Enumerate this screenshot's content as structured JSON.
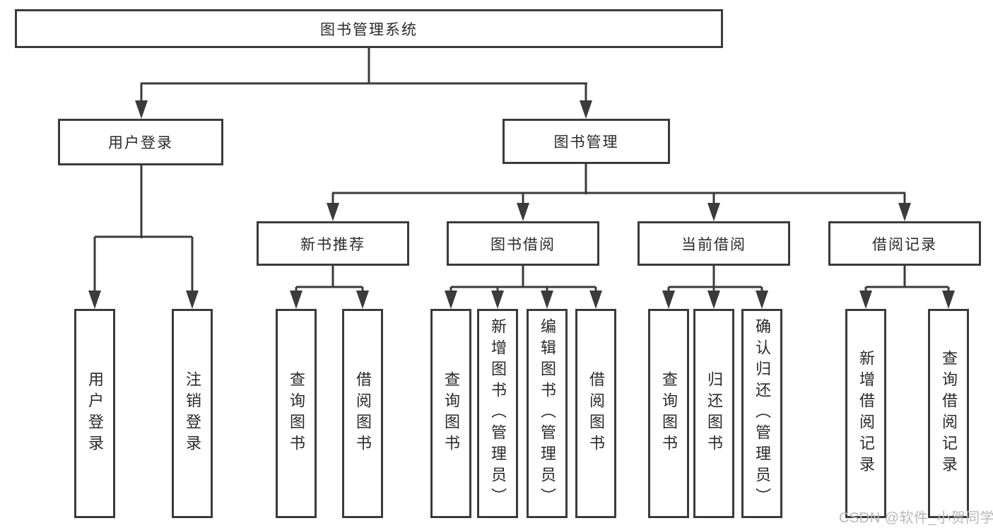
{
  "diagram": {
    "root": {
      "label": "图书管理系统"
    },
    "level2": [
      {
        "label": "用户登录"
      },
      {
        "label": "图书管理"
      }
    ],
    "level3": [
      {
        "label": "新书推荐"
      },
      {
        "label": "图书借阅"
      },
      {
        "label": "当前借阅"
      },
      {
        "label": "借阅记录"
      }
    ],
    "leaves": {
      "user_login": [
        "用户登录",
        "注销登录"
      ],
      "new_book": [
        "查询图书",
        "借阅图书"
      ],
      "book_borrow": [
        "查询图书",
        "新增图书（管理员）",
        "编辑图书（管理员）",
        "借阅图书"
      ],
      "current_borrow": [
        "查询图书",
        "归还图书",
        "确认归还（管理员）"
      ],
      "borrow_records": [
        "新增借阅记录",
        "查询借阅记录"
      ]
    }
  },
  "colors": {
    "line": "#3b3b3b",
    "text": "#2a2a2a",
    "background": "#ffffff",
    "watermark": "#b9b9b9"
  },
  "watermark": {
    "text": "CSDN @软件_小贺同学"
  }
}
